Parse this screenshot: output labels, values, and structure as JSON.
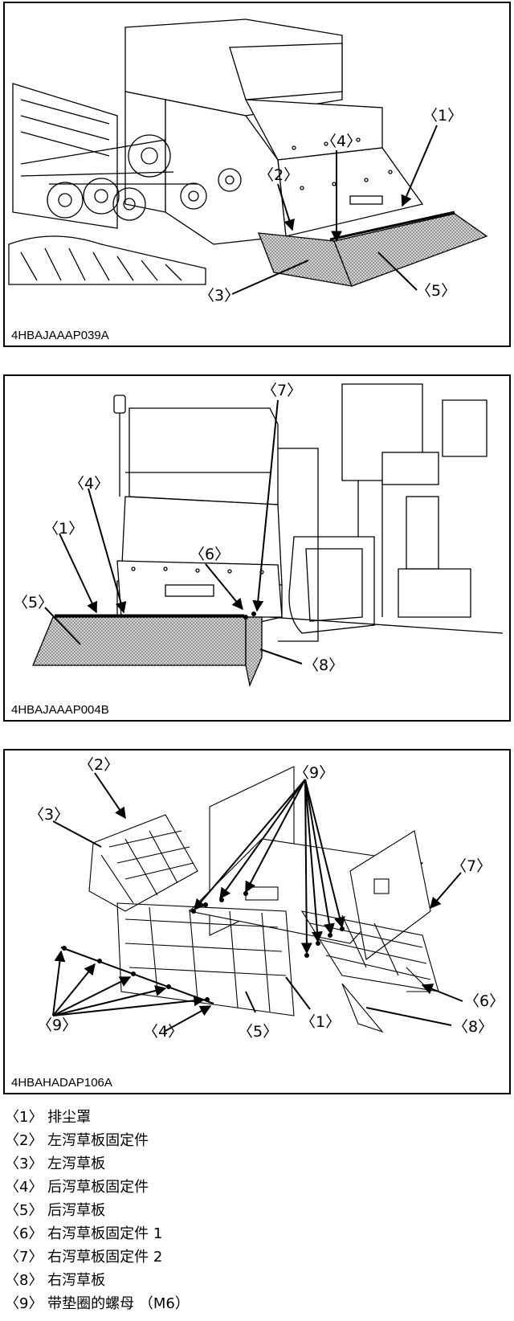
{
  "figures": [
    {
      "code": "4HBAJAAAP039A",
      "callouts": [
        "〈1〉",
        "〈2〉",
        "〈3〉",
        "〈4〉",
        "〈5〉"
      ]
    },
    {
      "code": "4HBAJAAAP004B",
      "callouts": [
        "〈7〉",
        "〈4〉",
        "〈1〉",
        "〈6〉",
        "〈5〉",
        "〈8〉"
      ]
    },
    {
      "code": "4HBAHADAP106A",
      "callouts": [
        "〈2〉",
        "〈9〉",
        "〈3〉",
        "〈7〉",
        "〈9〉",
        "〈6〉",
        "〈4〉",
        "〈5〉",
        "〈1〉",
        "〈8〉"
      ]
    }
  ],
  "legend": [
    "〈1〉 排尘罩",
    "〈2〉 左泻草板固定件",
    "〈3〉 左泻草板",
    "〈4〉 后泻草板固定件",
    "〈5〉 后泻草板",
    "〈6〉 右泻草板固定件 1",
    "〈7〉 右泻草板固定件 2",
    "〈8〉 右泻草板",
    "〈9〉 带垫圈的螺母 （M6）"
  ]
}
